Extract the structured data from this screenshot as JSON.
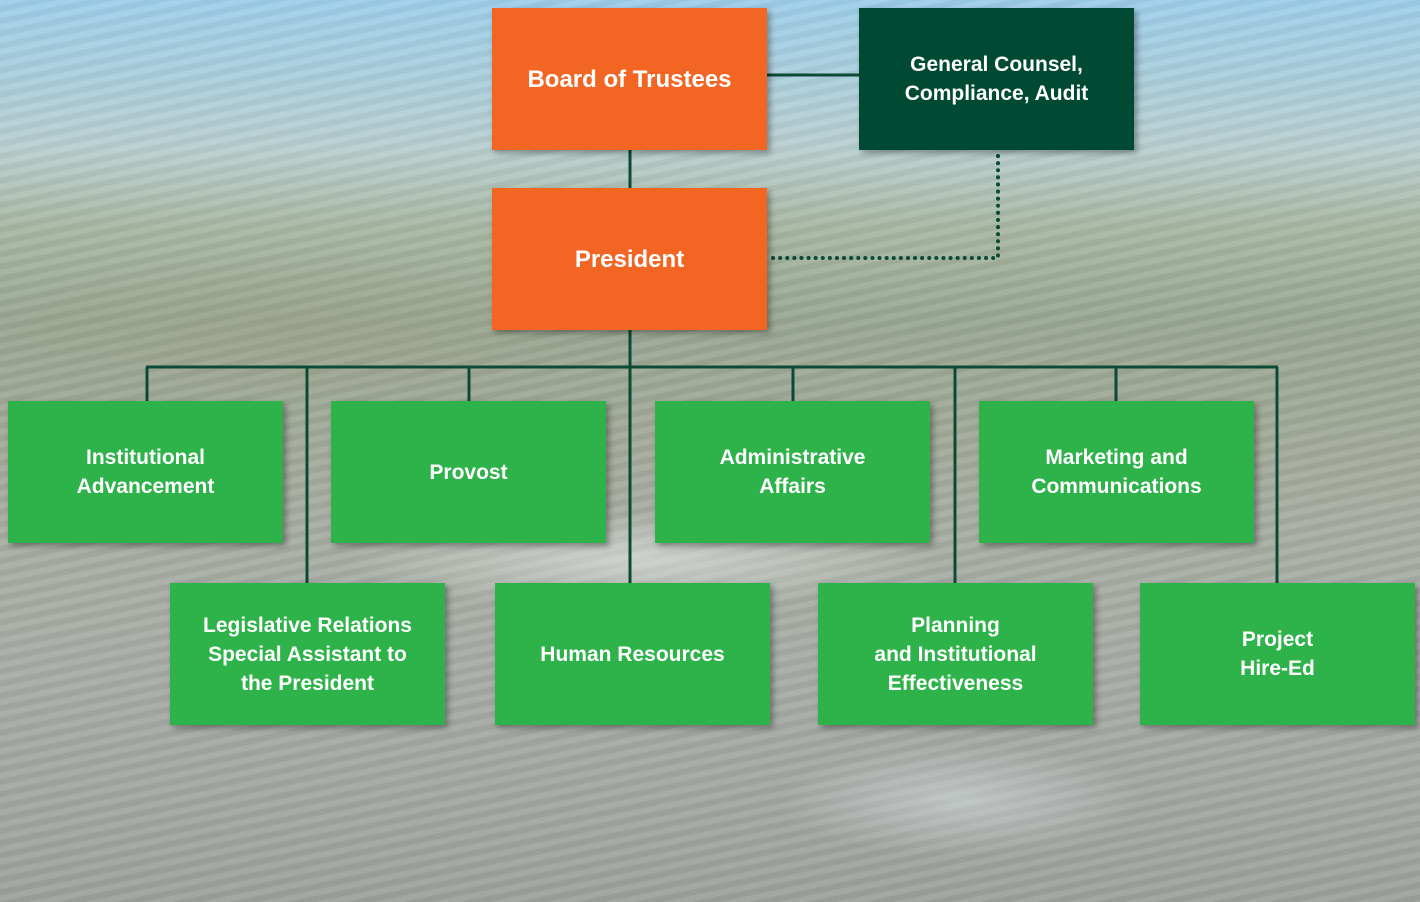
{
  "background": {
    "description_icon": "aerial-campus-photo",
    "sky_color": "#9ecfea"
  },
  "colors": {
    "executive": "#f26522",
    "counsel": "#004a33",
    "division": "#2db34a",
    "connector": "#0b4a35"
  },
  "nodes": {
    "board": "Board of Trustees",
    "counsel": "General Counsel,\nCompliance, Audit",
    "president": "President",
    "institutional_advancement": "Institutional\nAdvancement",
    "provost": "Provost",
    "administrative_affairs": "Administrative\nAffairs",
    "marketing": "Marketing and\nCommunications",
    "legislative_relations": "Legislative Relations\nSpecial Assistant to\nthe President",
    "human_resources": "Human Resources",
    "planning": "Planning\nand Institutional\nEffectiveness",
    "project_hire_ed": "Project\nHire-Ed"
  }
}
